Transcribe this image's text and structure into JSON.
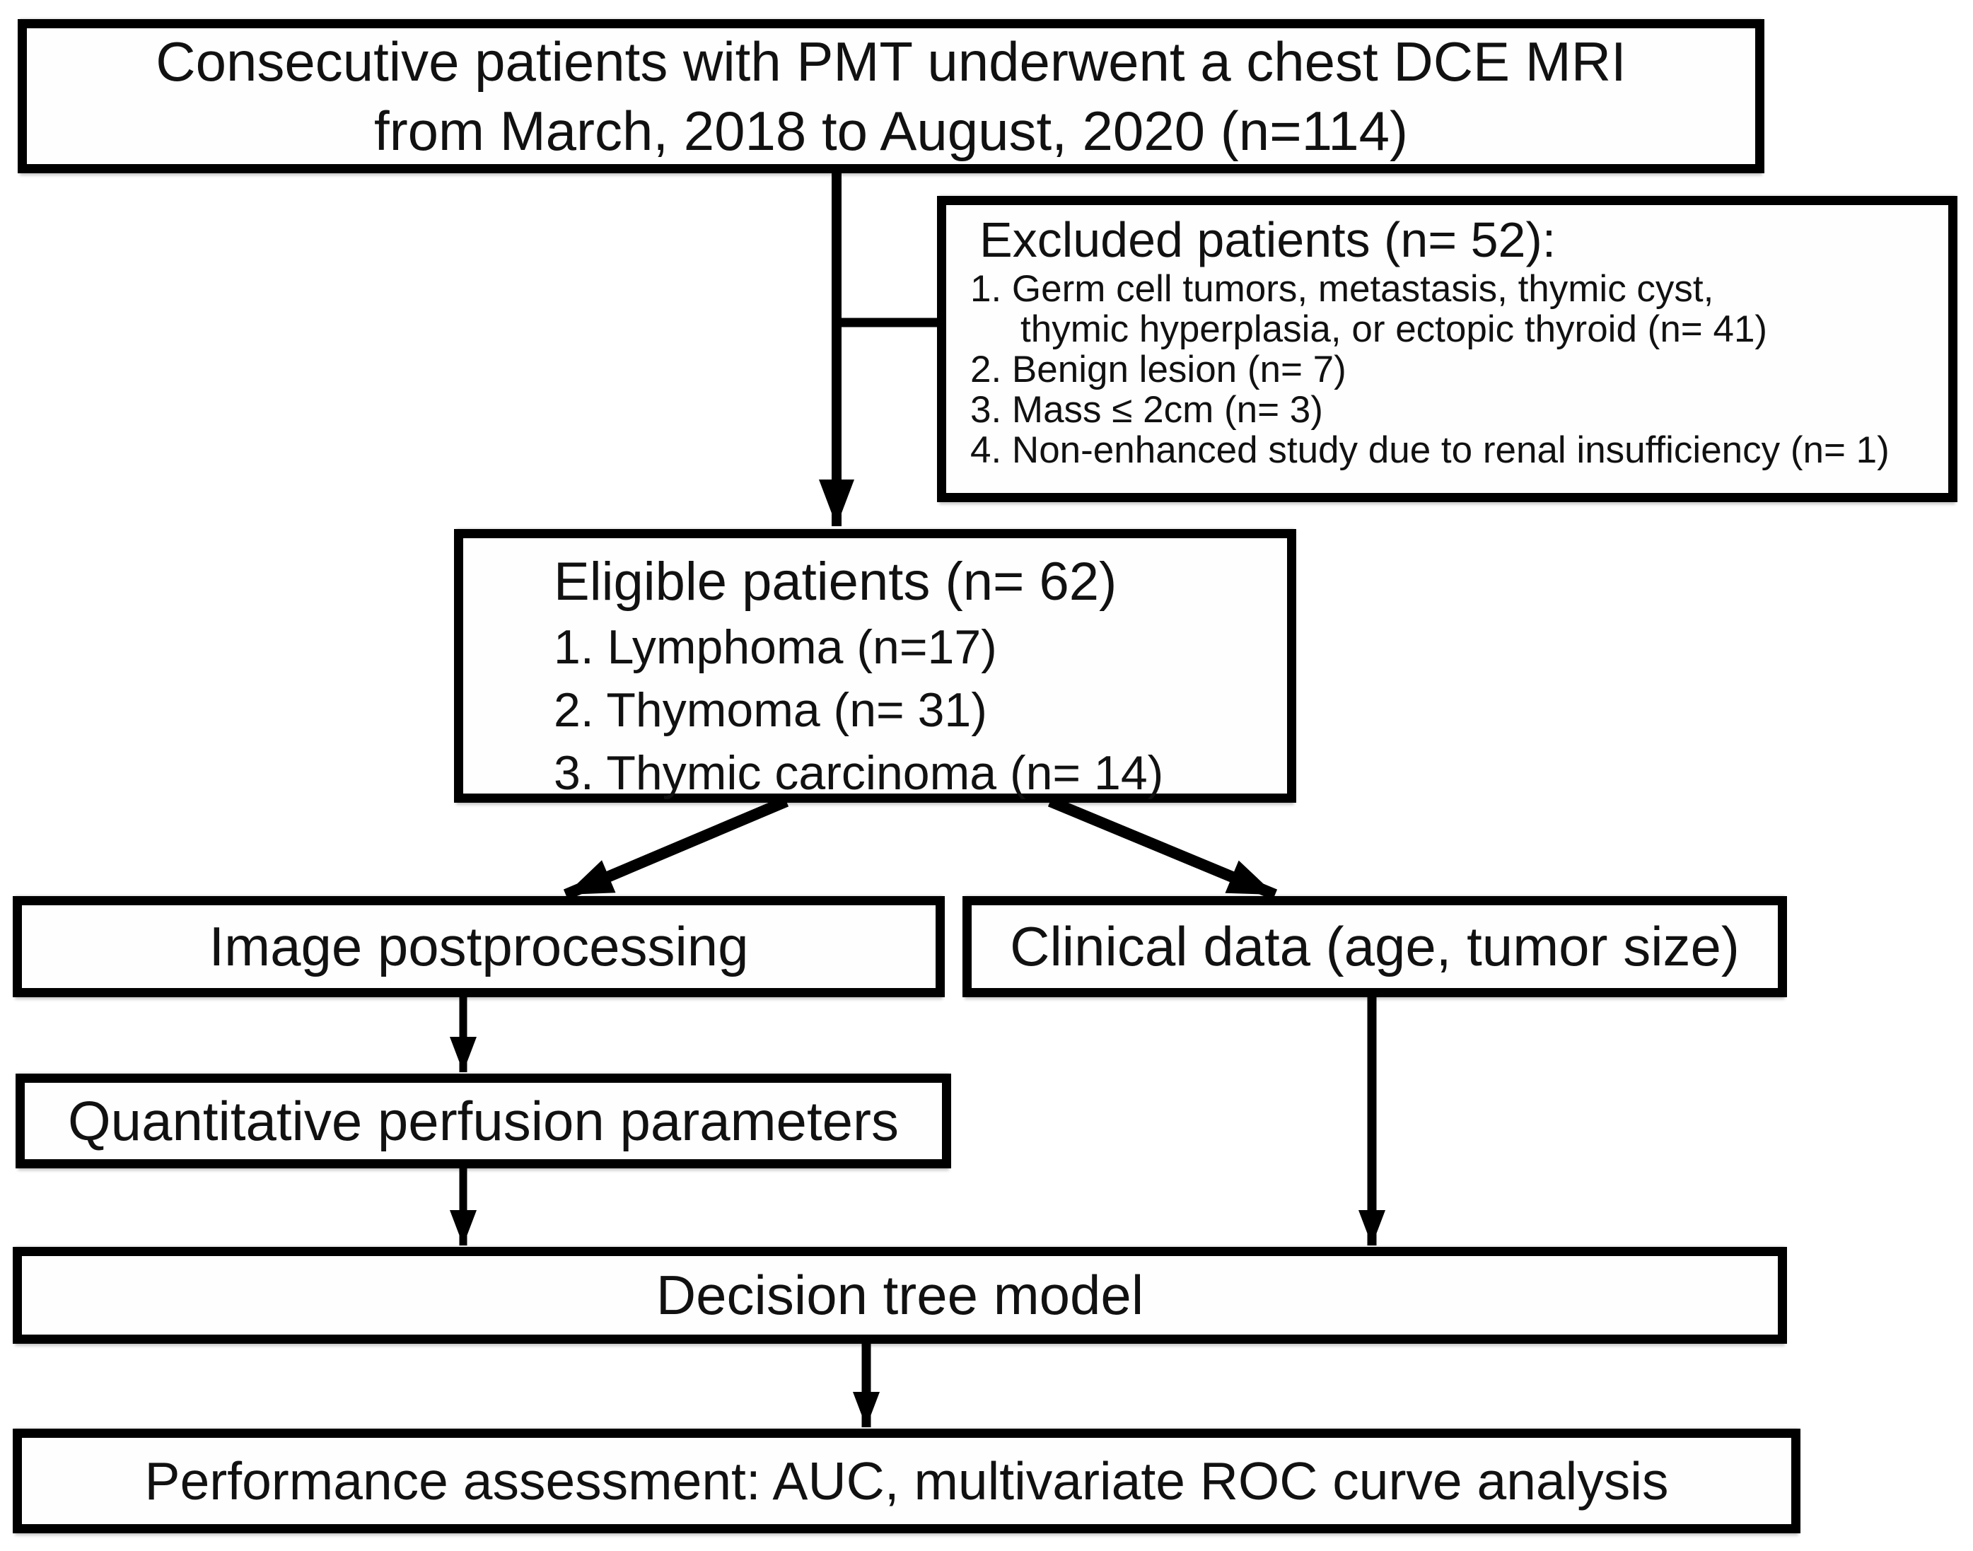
{
  "colors": {
    "background": "#ffffff",
    "box_fill": "#fefefe",
    "border": "#000000",
    "text": "#111111"
  },
  "boxes": {
    "consecutive": {
      "line1": "Consecutive patients with PMT underwent a chest DCE MRI",
      "line2": "from March, 2018 to August, 2020 (n=114)"
    },
    "excluded": {
      "title": "Excluded patients (n= 52):",
      "lines": [
        "1. Germ cell tumors, metastasis, thymic cyst,",
        "thymic hyperplasia, or ectopic thyroid (n= 41)",
        "2. Benign lesion (n= 7)",
        "3. Mass ≤ 2cm (n= 3)",
        "4. Non-enhanced study due to renal insufficiency (n= 1)"
      ]
    },
    "eligible": {
      "title": "Eligible patients (n= 62)",
      "items": [
        "1. Lymphoma (n=17)",
        "2. Thymoma (n= 31)",
        "3. Thymic carcinoma (n= 14)"
      ]
    },
    "image_postprocessing": {
      "label": "Image postprocessing"
    },
    "clinical_data": {
      "label": "Clinical data (age, tumor size)"
    },
    "perfusion": {
      "label": "Quantitative perfusion parameters"
    },
    "decision": {
      "label": "Decision tree model"
    },
    "performance": {
      "label": "Performance assessment: AUC, multivariate ROC curve analysis"
    }
  }
}
